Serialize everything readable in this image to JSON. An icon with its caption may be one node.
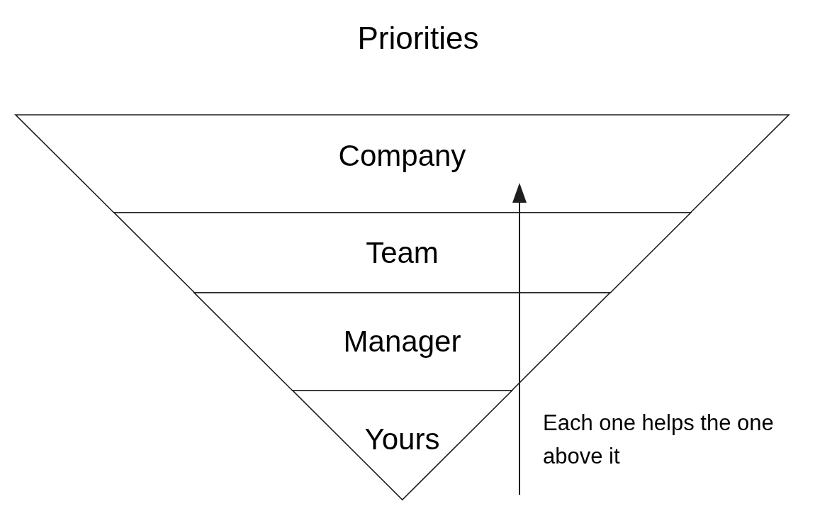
{
  "diagram": {
    "title": "Priorities",
    "nodes": [
      {
        "text": [
          "Company"
        ]
      },
      {
        "text": [
          "Team"
        ]
      },
      {
        "text": [
          "Manager"
        ]
      },
      {
        "text": [
          "Yours"
        ]
      }
    ],
    "labels": [
      "Each one helps the one above it"
    ]
  }
}
